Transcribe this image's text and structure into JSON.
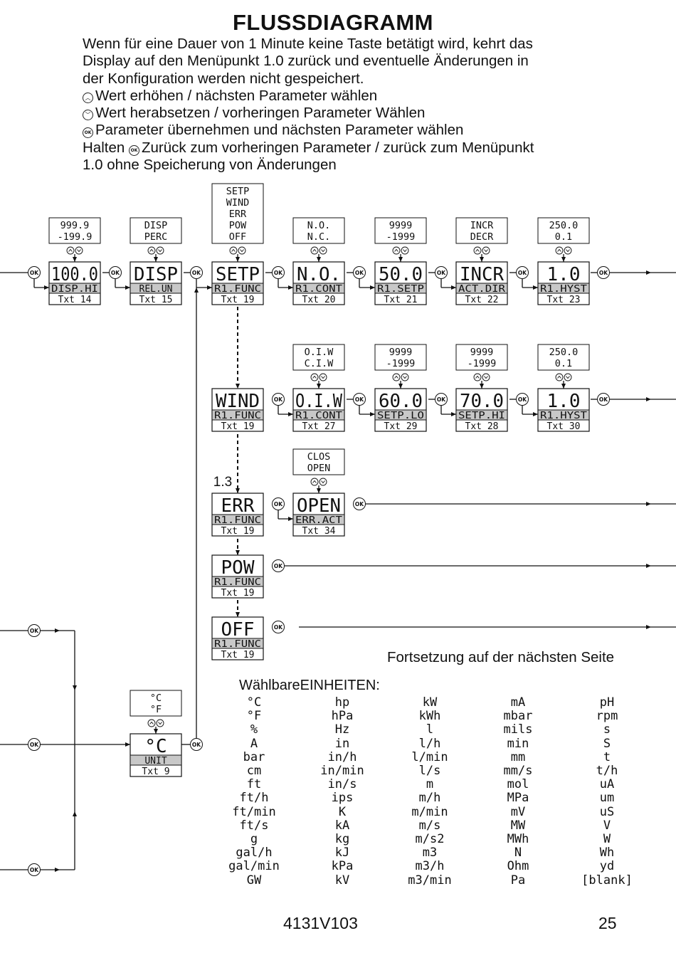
{
  "title": "FLUSSDIAGRAMM",
  "intro": {
    "lines": [
      "Wenn für eine Dauer von 1 Minute keine Taste betätigt wird, kehrt das",
      "Display auf den Menüpunkt 1.0 zurück und eventuelle Änderungen in",
      "der Konfiguration werden nicht gespeichert."
    ],
    "up_text": "Wert erhöhen / nächsten Parameter wählen",
    "down_text": "Wert herabsetzen / vorheringen Parameter Wählen",
    "ok_text": "Parameter übernehmen und nächsten Parameter wählen",
    "hold_prefix": "Halten",
    "hold_text": "Zurück zum vorheringen Parameter / zurück zum Menüpunkt",
    "hold_text2": "1.0 ohne Speicherung von Änderungen"
  },
  "ok_label": "OK",
  "menu_label": "1.3",
  "boxes": [
    {
      "id": "disp-hi",
      "value": "100.0",
      "param": "DISP.HI",
      "txt": "Txt 14",
      "options": [
        "999.9",
        "-199.9"
      ]
    },
    {
      "id": "rel-un",
      "value": "DISP",
      "param": "REL.UN",
      "txt": "Txt 15",
      "options": [
        "DISP",
        "PERC"
      ]
    },
    {
      "id": "r1-func-setp",
      "value": "SETP",
      "param": "R1.FUNC",
      "txt": "Txt 19",
      "options": [
        "SETP",
        "WIND",
        "ERR",
        "POW",
        "OFF"
      ]
    },
    {
      "id": "r1-cont",
      "value": "N.O.",
      "param": "R1.CONT",
      "txt": "Txt 20",
      "options": [
        "N.O.",
        "N.C."
      ]
    },
    {
      "id": "r1-setp",
      "value": "50.0",
      "param": "R1.SETP",
      "txt": "Txt 21",
      "options": [
        "9999",
        "-1999"
      ]
    },
    {
      "id": "act-dir",
      "value": "INCR",
      "param": "ACT.DIR",
      "txt": "Txt 22",
      "options": [
        "INCR",
        "DECR"
      ]
    },
    {
      "id": "r1-hyst",
      "value": "1.0",
      "param": "R1.HYST",
      "txt": "Txt 23",
      "options": [
        "250.0",
        "0.1"
      ]
    },
    {
      "id": "r1-func-wind",
      "value": "WIND",
      "param": "R1.FUNC",
      "txt": "Txt 19",
      "options": []
    },
    {
      "id": "r1-cont-wind",
      "value": "O.I.W",
      "param": "R1.CONT",
      "txt": "Txt 27",
      "options": [
        "O.I.W",
        "C.I.W"
      ]
    },
    {
      "id": "setp-lo",
      "value": "60.0",
      "param": "SETP.LO",
      "txt": "Txt 29",
      "options": [
        "9999",
        "-1999"
      ]
    },
    {
      "id": "setp-hi",
      "value": "70.0",
      "param": "SETP.HI",
      "txt": "Txt 28",
      "options": [
        "9999",
        "-1999"
      ]
    },
    {
      "id": "r1-hyst-wind",
      "value": "1.0",
      "param": "R1.HYST",
      "txt": "Txt 30",
      "options": [
        "250.0",
        "0.1"
      ]
    },
    {
      "id": "r1-func-err",
      "value": "ERR",
      "param": "R1.FUNC",
      "txt": "Txt 19",
      "options": []
    },
    {
      "id": "err-act",
      "value": "OPEN",
      "param": "ERR.ACT",
      "txt": "Txt 34",
      "options": [
        "CLOS",
        "OPEN"
      ]
    },
    {
      "id": "r1-func-pow",
      "value": "POW",
      "param": "R1.FUNC",
      "txt": "Txt 19",
      "options": []
    },
    {
      "id": "r1-func-off",
      "value": "OFF",
      "param": "R1.FUNC",
      "txt": "Txt 19",
      "options": []
    },
    {
      "id": "unit",
      "value": "°C",
      "param": "UNIT",
      "txt": "Txt 9",
      "options": [
        "°C",
        "°F"
      ]
    }
  ],
  "continued": "Fortsetzung auf der nächsten Seite",
  "units": {
    "label": "Wählbare",
    "heading": "EINHEITEN:",
    "columns": [
      [
        "°C",
        "°F",
        "%",
        "A",
        "bar",
        "cm",
        "ft",
        "ft/h",
        "ft/min",
        "ft/s",
        "g",
        "gal/h",
        "gal/min",
        "GW"
      ],
      [
        "hp",
        "hPa",
        "Hz",
        "in",
        "in/h",
        "in/min",
        "in/s",
        "ips",
        "K",
        "kA",
        "kg",
        "kJ",
        "kPa",
        "kV"
      ],
      [
        "kW",
        "kWh",
        "l",
        "l/h",
        "l/min",
        "l/s",
        "m",
        "m/h",
        "m/min",
        "m/s",
        "m/s2",
        "m3",
        "m3/h",
        "m3/min"
      ],
      [
        "mA",
        "mbar",
        "mils",
        "min",
        "mm",
        "mm/s",
        "mol",
        "MPa",
        "mV",
        "MW",
        "MWh",
        "N",
        "Ohm",
        "Pa"
      ],
      [
        "pH",
        "rpm",
        "s",
        "S",
        "t",
        "t/h",
        "uA",
        "um",
        "uS",
        "V",
        "W",
        "Wh",
        "yd",
        "[blank]"
      ]
    ]
  },
  "footer": {
    "code": "4131V103",
    "page": "25"
  }
}
